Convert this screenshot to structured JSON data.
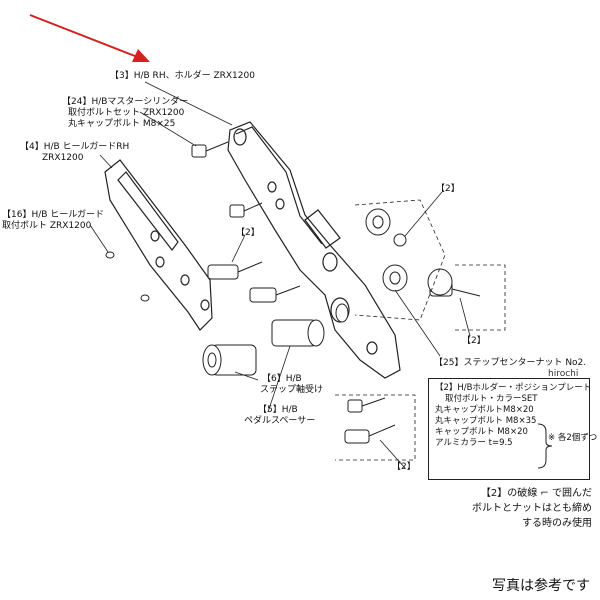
{
  "labels": {
    "holder_rh": "【3】H/B RH、ホルダー ZRX1200",
    "master_bolt_l1": "【24】H/Bマスターシリンダー",
    "master_bolt_l2": "取付ボルトセット ZRX1200",
    "master_bolt_l3": "丸キャップボルト M8×25",
    "heelguard_l1": "【4】H/B ヒールガードRH",
    "heelguard_l2": "ZRX1200",
    "heelguard_bolt_l1": "【16】H/B ヒールガード",
    "heelguard_bolt_l2": "取付ボルト ZRX1200",
    "ref2_a": "【2】",
    "ref2_b": "【2】",
    "ref2_c": "【2】",
    "ref2_d": "【2】",
    "center_nut": "【25】ステップセンターナット No2.",
    "step_bearing_l1": "【6】H/B",
    "step_bearing_l2": "ステップ軸受け",
    "pedal_spacer_l1": "【5】H/B",
    "pedal_spacer_l2": "ペダルスペーサー"
  },
  "spec_box": {
    "title": "【2】H/Bホルダー・ポジションプレート",
    "subtitle": "取付ボルト・カラーSET",
    "line1": "丸キャップボルトM8×20",
    "line2": "丸キャップボルト M8×35",
    "line3": "キャップボルト M8×20",
    "line4": "アルミカラー t=9.5",
    "brace_note": "※ 各2個ずつ"
  },
  "note": {
    "line1": "【2】の破線 ⌐  で囲んだ",
    "line2": "ボルトとナットはとも締め",
    "line3": "する時のみ使用"
  },
  "watermark": "hirochi",
  "photo_note": "写真は参考です",
  "colors": {
    "arrow": "#d42020",
    "line": "#222222"
  }
}
